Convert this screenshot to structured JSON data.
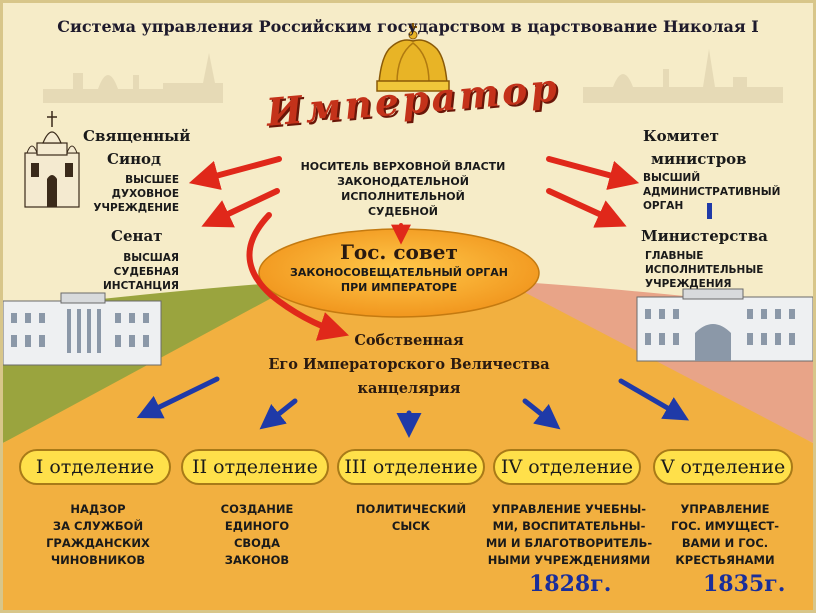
{
  "title": "Система управления Российским государством в царствование Николая I",
  "emperor": {
    "title": "Император",
    "lines": [
      "НОСИТЕЛЬ ВЕРХОВНОЙ ВЛАСТИ",
      "ЗАКОНОДАТЕЛЬНОЙ",
      "ИСПОЛНИТЕЛЬНОЙ",
      "СУДЕБНОЙ"
    ]
  },
  "synod": {
    "title_lines": [
      "Священный",
      "Синод"
    ],
    "lines": [
      "ВЫСШЕЕ",
      "ДУХОВНОЕ",
      "УЧРЕЖДЕНИЕ"
    ]
  },
  "senate": {
    "title": "Сенат",
    "lines": [
      "ВЫСШАЯ",
      "СУДЕБНАЯ",
      "ИНСТАНЦИЯ"
    ]
  },
  "committee": {
    "title_lines": [
      "Комитет",
      "министров"
    ],
    "lines": [
      "ВЫСШИЙ",
      "АДМИНИСТРАТИВНЫЙ",
      "ОРГАН"
    ]
  },
  "ministries": {
    "title": "Министерства",
    "lines": [
      "ГЛАВНЫЕ",
      "ИСПОЛНИТЕЛЬНЫЕ",
      "УЧРЕЖДЕНИЯ"
    ]
  },
  "state_council": {
    "title": "Гос. совет",
    "lines": [
      "ЗАКОНОСОВЕЩАТЕЛЬНЫЙ ОРГАН",
      "ПРИ ИМПЕРАТОРЕ"
    ]
  },
  "chancellery": {
    "lines": [
      "Собственная",
      "Его Императорского Величества",
      "канцелярия"
    ]
  },
  "departments": [
    {
      "label": "I отделение",
      "desc": [
        "НАДЗОР",
        "ЗА СЛУЖБОЙ",
        "ГРАЖДАНСКИХ",
        "ЧИНОВНИКОВ"
      ]
    },
    {
      "label": "II отделение",
      "desc": [
        "СОЗДАНИЕ",
        "ЕДИНОГО",
        "СВОДА",
        "ЗАКОНОВ"
      ]
    },
    {
      "label": "III отделение",
      "desc": [
        "ПОЛИТИЧЕСКИЙ",
        "СЫСК"
      ]
    },
    {
      "label": "IV отделение",
      "desc": [
        "УПРАВЛЕНИЕ УЧЕБНЫ-",
        "МИ, ВОСПИТАТЕЛЬНЫ-",
        "МИ И БЛАГОТВОРИТЕЛЬ-",
        "НЫМИ УЧРЕЖДЕНИЯМИ"
      ],
      "year": "1828г."
    },
    {
      "label": "V отделение",
      "desc": [
        "УПРАВЛЕНИЕ",
        "ГОС. ИМУЩЕСТ-",
        "ВАМИ И ГОС.",
        "КРЕСТЬЯНАМИ"
      ],
      "year": "1835г."
    }
  ],
  "colors": {
    "background": "#f6ecc8",
    "red_arrow": "#e0281a",
    "blue_arrow": "#1f3aa8",
    "pill": "#ffe04a",
    "ellipse": "#f7a21a",
    "left_field": "#9aa43e",
    "right_field": "#e8a488",
    "ground": "#f2b040",
    "year_text": "#1a2e9a"
  },
  "icons": [
    "crown-icon",
    "cathedral-icon",
    "senate-building-icon",
    "ministries-building-icon",
    "city-skyline-icon"
  ]
}
